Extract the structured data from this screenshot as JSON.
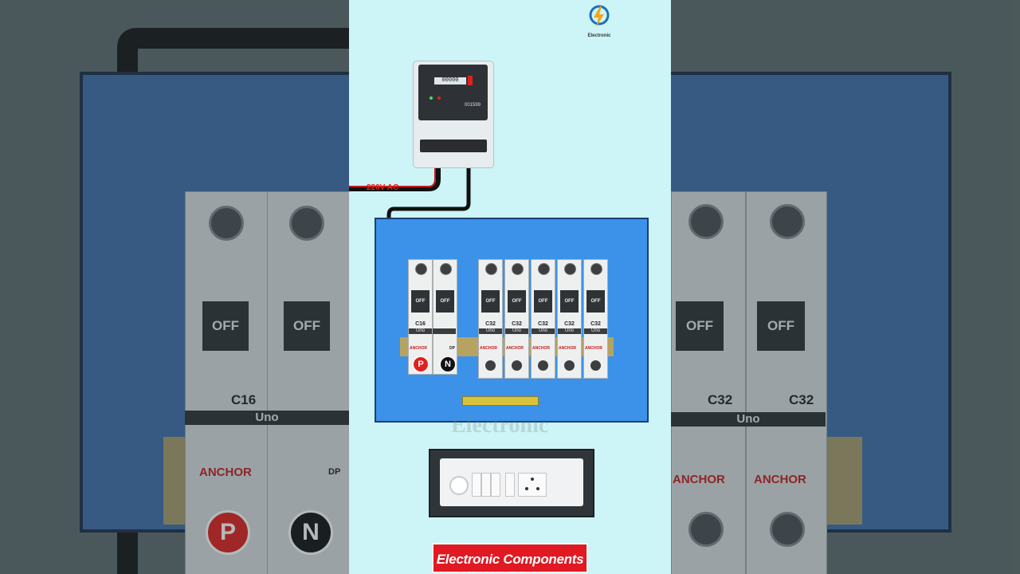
{
  "logo": {
    "text": "Electronic"
  },
  "meter": {
    "display": "00000",
    "reading": "001599"
  },
  "wiring": {
    "supply_label": "220V AC"
  },
  "main_breaker": {
    "switch_label": "OFF",
    "rating": "C16",
    "brand_series": "Uno",
    "brand": "ANCHOR",
    "pole_type": "DP",
    "terminals": [
      "P",
      "N"
    ]
  },
  "branch_breakers": {
    "switch_label": "OFF",
    "rating": "C32",
    "brand_series": "Uno",
    "brand": "ANCHOR"
  },
  "watermark": "Electronic",
  "banner": {
    "text": "Electronic Components"
  },
  "colors": {
    "accent": "#e01922",
    "board": "#3b92e8",
    "background": "#cdf4f6",
    "live_wire": "#e0201c",
    "neutral_wire": "#111111"
  }
}
